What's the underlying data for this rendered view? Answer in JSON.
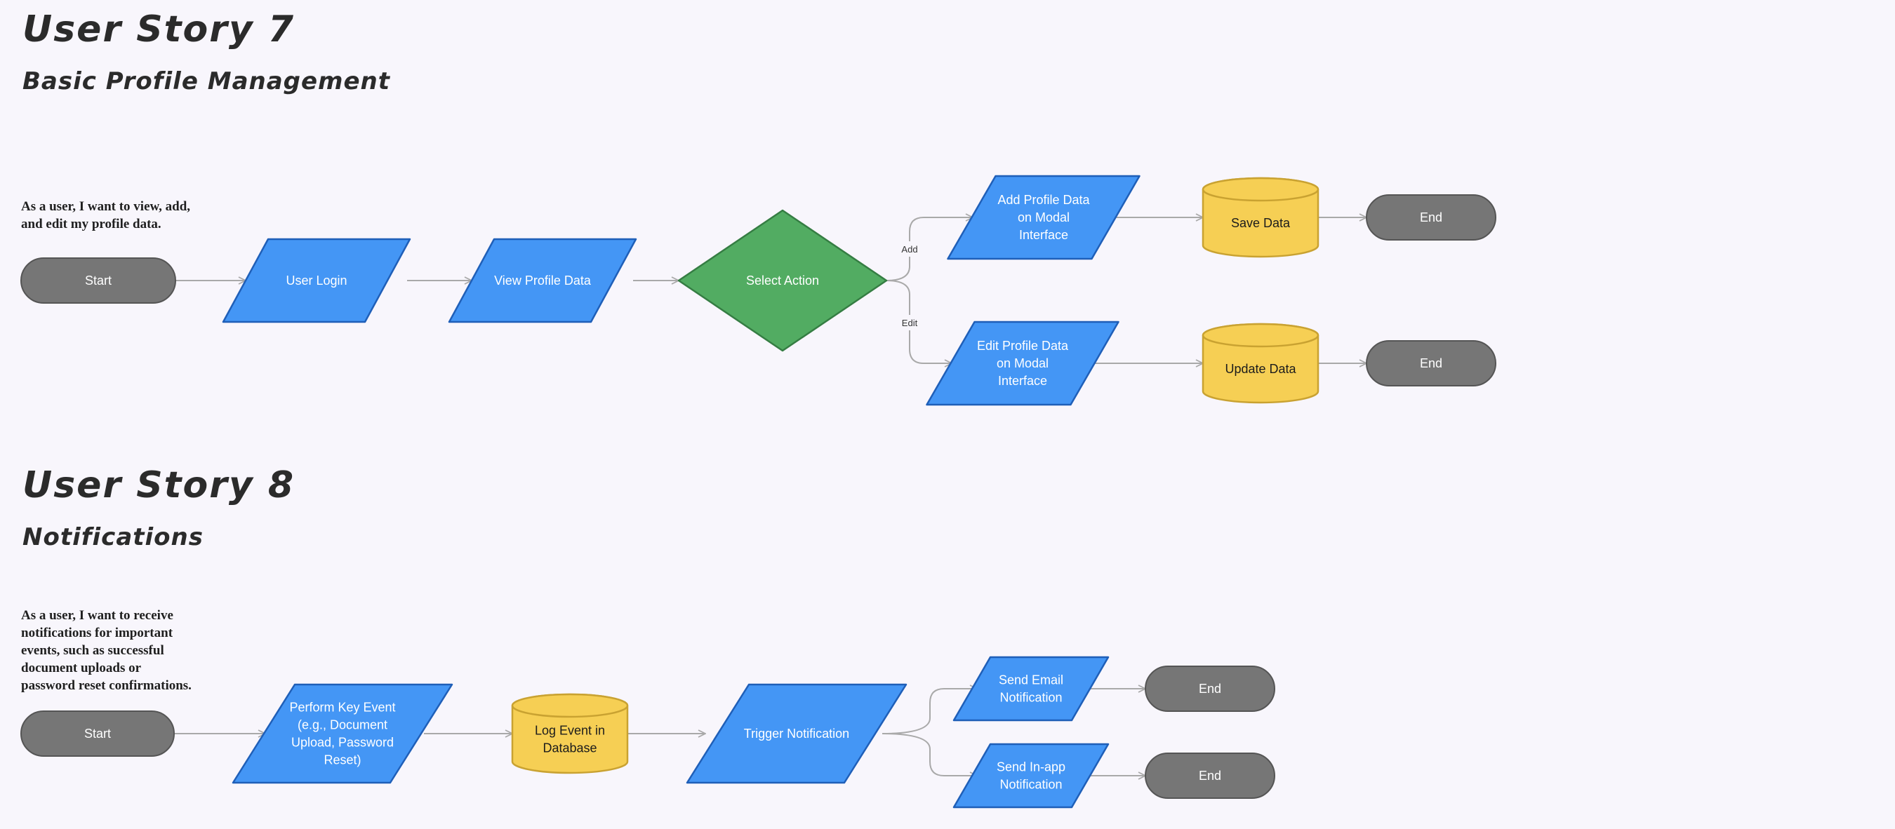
{
  "colors": {
    "background": "#f8f6fc",
    "io_fill": "#4496f5",
    "io_stroke": "#1f5fb8",
    "decision_fill": "#52ac62",
    "decision_stroke": "#357d43",
    "terminal_fill": "#767676",
    "terminal_stroke": "#555555",
    "db_fill": "#f6cf54",
    "db_stroke": "#c9a231",
    "connector": "#a9a9a9"
  },
  "story7": {
    "title": "User Story 7",
    "subtitle": "Basic Profile Management",
    "description": [
      "As a user, I want to view, add,",
      "and edit my profile data."
    ],
    "nodes": {
      "start": {
        "label": [
          "Start"
        ]
      },
      "login": {
        "label": [
          "User Login"
        ]
      },
      "view": {
        "label": [
          "View Profile Data"
        ]
      },
      "select": {
        "label": [
          "Select Action"
        ]
      },
      "add": {
        "label": [
          "Add Profile Data",
          "on Modal",
          "Interface"
        ]
      },
      "edit": {
        "label": [
          "Edit Profile Data",
          "on Modal",
          "Interface"
        ]
      },
      "save": {
        "label": [
          "Save Data"
        ]
      },
      "update": {
        "label": [
          "Update Data"
        ]
      },
      "end_top": {
        "label": [
          "End"
        ]
      },
      "end_bottom": {
        "label": [
          "End"
        ]
      }
    },
    "edge_labels": {
      "add": "Add",
      "edit": "Edit"
    }
  },
  "story8": {
    "title": "User Story 8",
    "subtitle": "Notifications",
    "description": [
      "As a user, I want to receive",
      "notifications for important",
      "events, such as successful",
      "document uploads or",
      "password reset confirmations."
    ],
    "nodes": {
      "start": {
        "label": [
          "Start"
        ]
      },
      "perform": {
        "label": [
          "Perform Key Event",
          "(e.g., Document",
          "Upload, Password",
          "Reset)"
        ]
      },
      "log": {
        "label": [
          "Log Event in",
          "Database"
        ]
      },
      "trigger": {
        "label": [
          "Trigger Notification"
        ]
      },
      "email": {
        "label": [
          "Send Email",
          "Notification"
        ]
      },
      "inapp": {
        "label": [
          "Send In-app",
          "Notification"
        ]
      },
      "end_top": {
        "label": [
          "End"
        ]
      },
      "end_bottom": {
        "label": [
          "End"
        ]
      }
    }
  }
}
